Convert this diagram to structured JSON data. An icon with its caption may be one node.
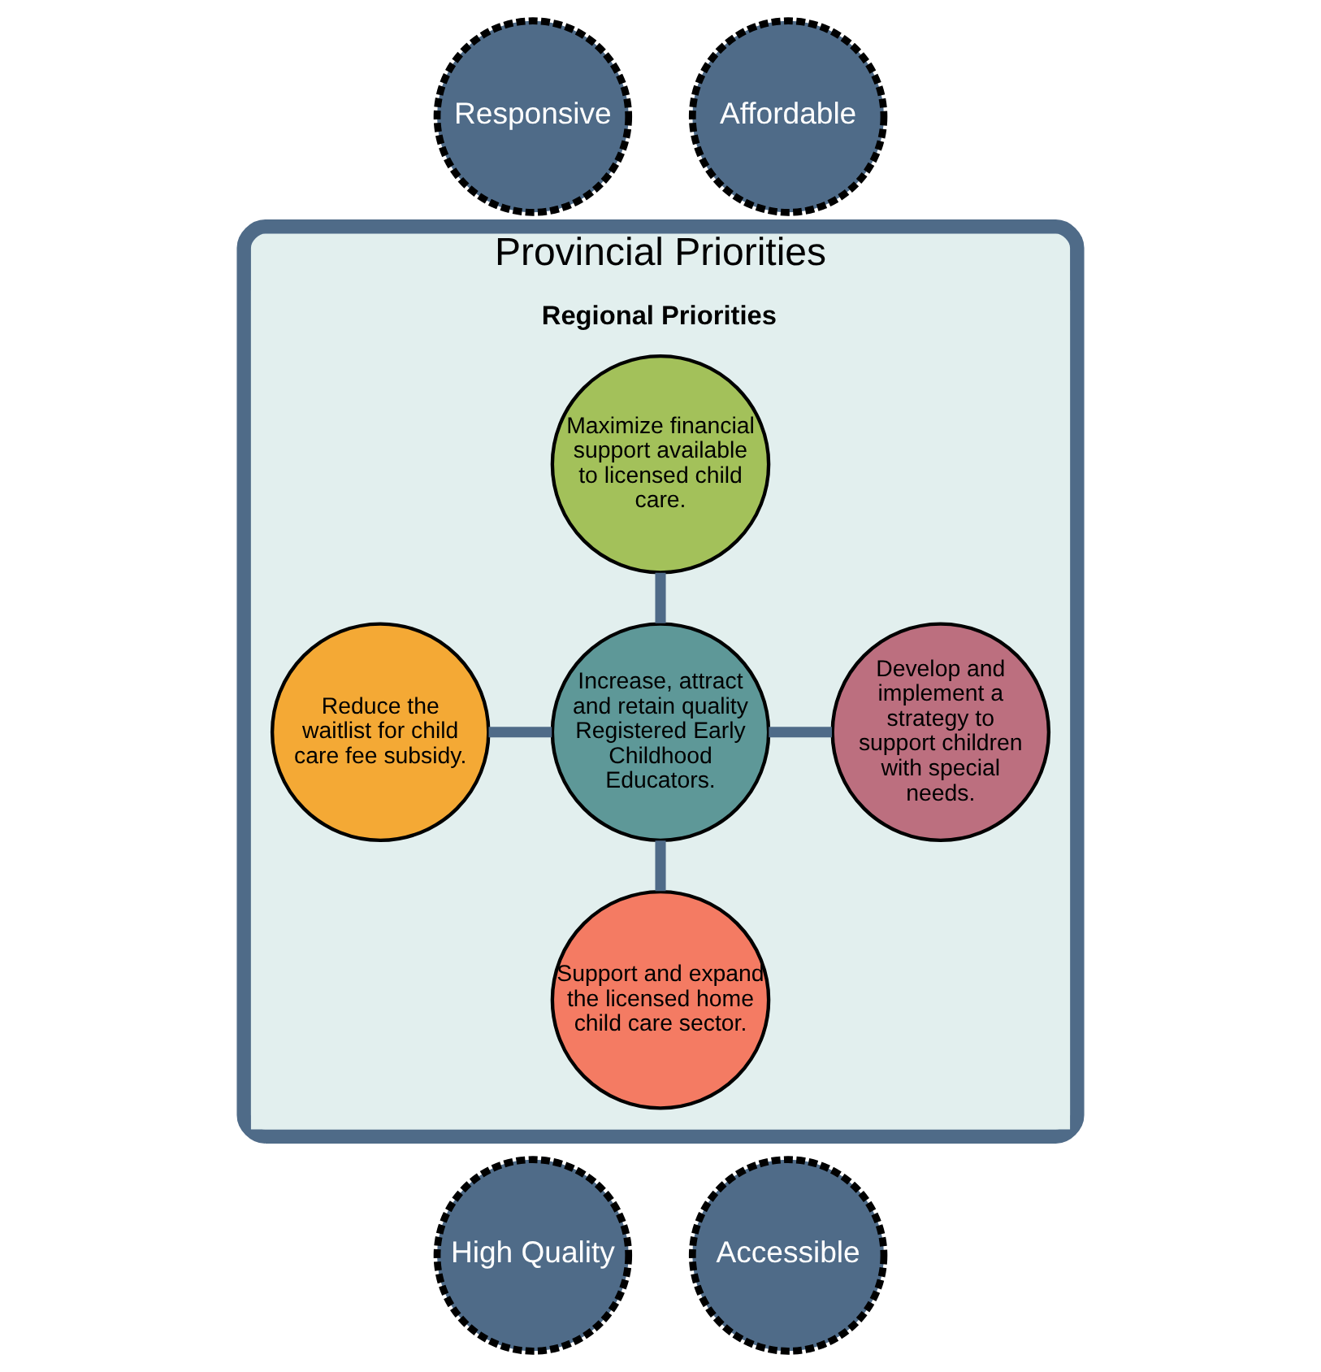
{
  "diagram": {
    "nodes": [
      {
        "text": [
          "Provincial Priorities"
        ]
      },
      {
        "text": [
          "Regional Priorities"
        ],
        "in": 0
      },
      {
        "text": [
          "Responsive"
        ]
      },
      {
        "text": [
          "Affordable"
        ]
      },
      {
        "text": [
          "Maximize financial support available to licensed child care."
        ],
        "in": 1
      },
      {
        "text": [
          "Reduce the waitlist for child care fee subsidy."
        ],
        "in": 1
      },
      {
        "text": [
          "Increase, attract and retain quality Registered Early Childhood Educators."
        ],
        "in": 1
      },
      {
        "text": [
          "Develop and implement a strategy to support children with special needs."
        ],
        "in": 1
      },
      {
        "text": [
          "Support and expand the licensed home child care sector."
        ],
        "in": 1
      },
      {
        "text": [
          "High Quality"
        ]
      },
      {
        "text": [
          "Accessible"
        ]
      }
    ],
    "edges": [
      {
        "from": 4,
        "to": 6,
        "arrow": "none"
      },
      {
        "from": 5,
        "to": 6,
        "arrow": "none"
      },
      {
        "from": 6,
        "to": 7,
        "arrow": "none"
      },
      {
        "from": 6,
        "to": 8,
        "arrow": "none"
      }
    ]
  }
}
